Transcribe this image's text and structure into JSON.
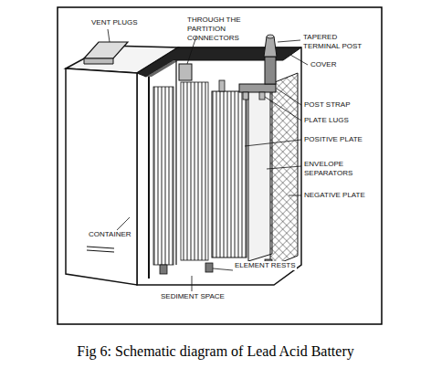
{
  "diagram": {
    "caption": "Fig 6: Schematic diagram of Lead Acid Battery",
    "labels": [
      "VENT PLUGS",
      "THROUGH THE PARTITION CONNECTORS",
      "TAPERED TERMINAL POST",
      "COVER",
      "POST STRAP",
      "PLATE LUGS",
      "POSITIVE PLATE",
      "ENVELOPE SEPARATORS",
      "NEGATIVE PLATE",
      "CONTAINER",
      "ELEMENT RESTS",
      "SEDIMENT SPACE"
    ]
  }
}
